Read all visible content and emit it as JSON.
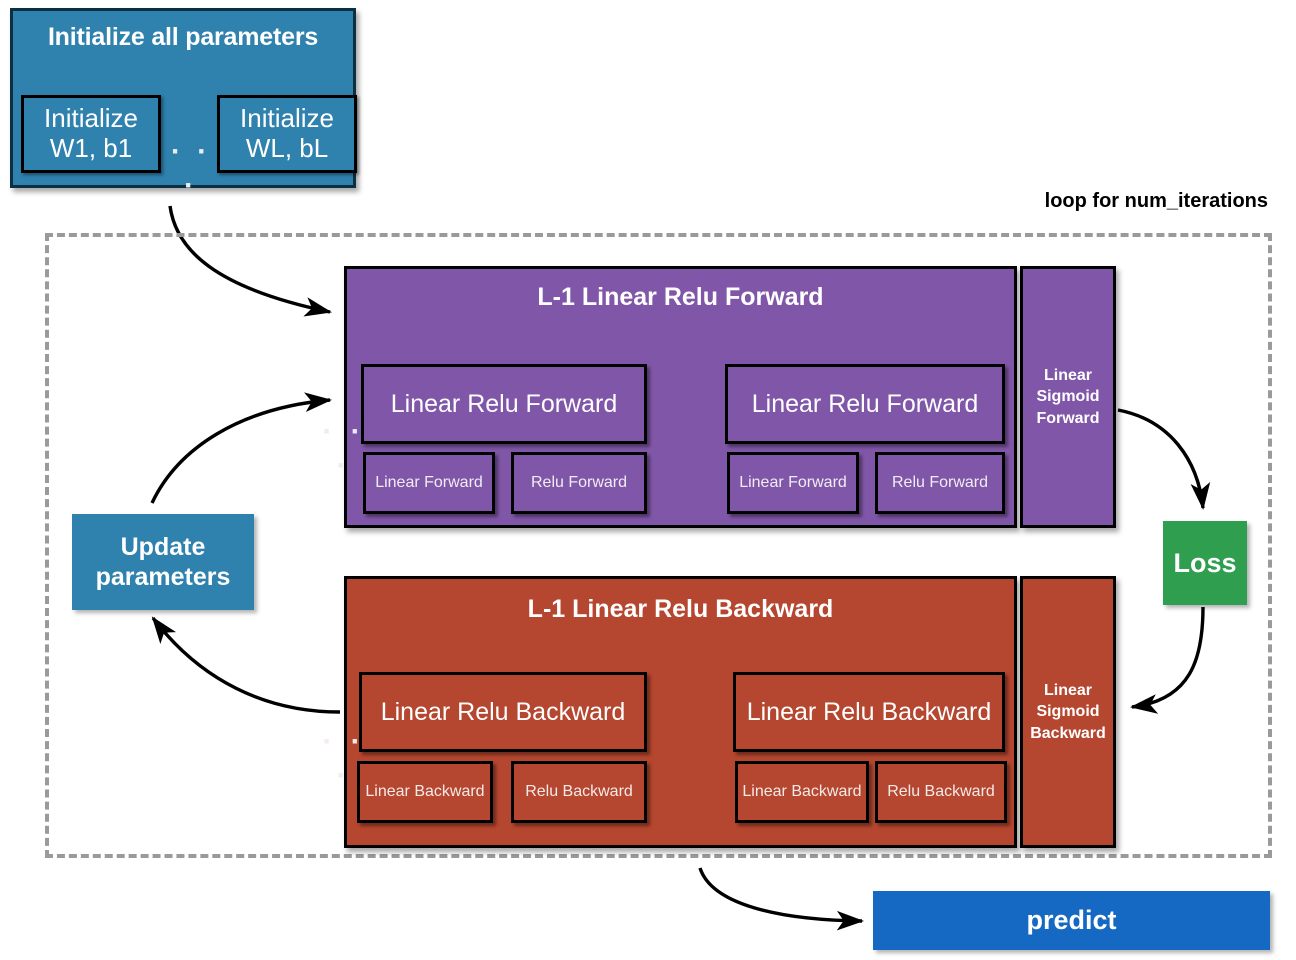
{
  "init": {
    "title": "Initialize all parameters",
    "sub_1": "Initialize\nW1, b1",
    "sub_2": "Initialize\nWL, bL",
    "dots": "· · ·",
    "color": "#2f81ae"
  },
  "loop": {
    "label": "loop for num_iterations",
    "border_color": "#9a9a9a",
    "border_style": "dashed"
  },
  "forward": {
    "title": "L-1 Linear Relu Forward",
    "color": "#8057a8",
    "blocks": [
      {
        "label": "Linear Relu Forward"
      },
      {
        "label": "Linear Relu Forward"
      }
    ],
    "sub_blocks": [
      {
        "label": "Linear Forward"
      },
      {
        "label": "Relu Forward"
      },
      {
        "label": "Linear Forward"
      },
      {
        "label": "Relu Forward"
      }
    ],
    "dots": "· · ·",
    "sigmoid": "Linear\nSigmoid\nForward"
  },
  "backward": {
    "title": "L-1 Linear Relu Backward",
    "color": "#b5462f",
    "blocks": [
      {
        "label": "Linear Relu Backward"
      },
      {
        "label": "Linear Relu Backward"
      }
    ],
    "sub_blocks": [
      {
        "label": "Linear Backward"
      },
      {
        "label": "Relu Backward"
      },
      {
        "label": "Linear Backward"
      },
      {
        "label": "Relu Backward"
      }
    ],
    "dots": "· · ·",
    "sigmoid": "Linear\nSigmoid\nBackward"
  },
  "loss": {
    "label": "Loss",
    "color": "#2f9e4f"
  },
  "update": {
    "label": "Update\nparameters",
    "color": "#2f81ae"
  },
  "predict": {
    "label": "predict",
    "color": "#1669c2"
  },
  "arrows": [
    {
      "name": "init-to-forward",
      "from": "Initialize all parameters",
      "to": "L-1 Linear Relu Forward"
    },
    {
      "name": "forward-sigmoid-to-loss",
      "from": "Linear Sigmoid Forward",
      "to": "Loss"
    },
    {
      "name": "loss-to-backward-sigmoid",
      "from": "Loss",
      "to": "Linear Sigmoid Backward"
    },
    {
      "name": "backward-to-update",
      "from": "L-1 Linear Relu Backward",
      "to": "Update parameters"
    },
    {
      "name": "update-to-forward",
      "from": "Update parameters",
      "to": "L-1 Linear Relu Forward"
    },
    {
      "name": "loop-to-predict",
      "from": "loop for num_iterations",
      "to": "predict"
    }
  ]
}
